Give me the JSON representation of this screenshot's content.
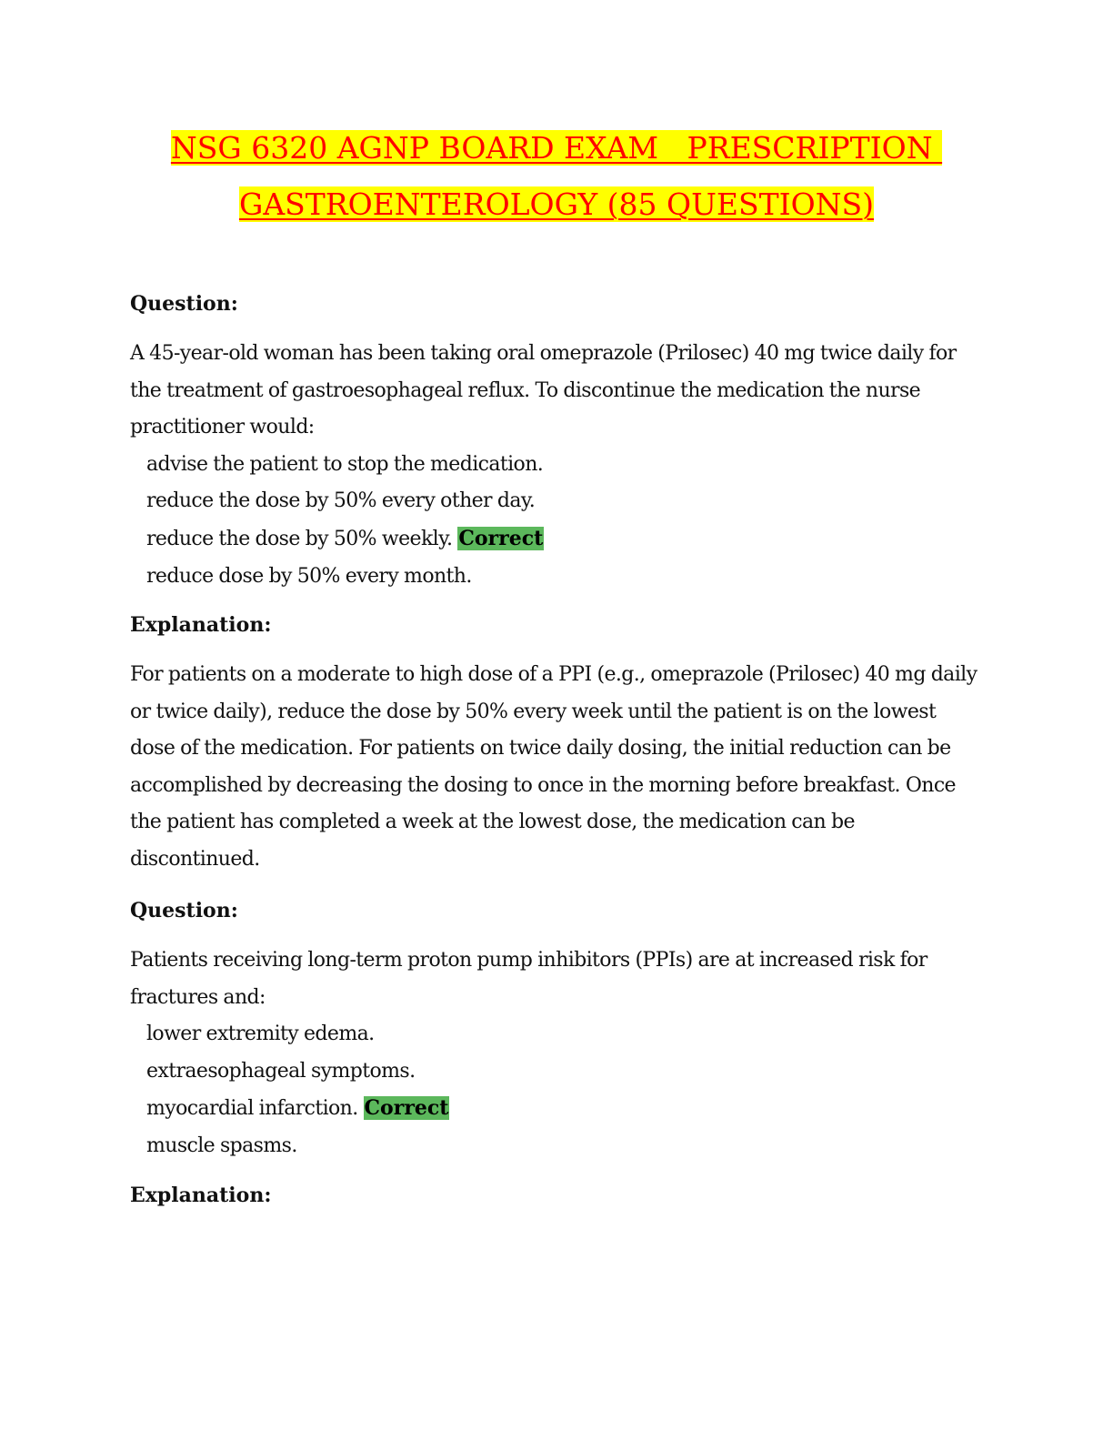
{
  "title": {
    "line1": "NSG 6320 AGNP BOARD EXAM   PRESCRIPTION ",
    "line2": "GASTROENTEROLOGY (85 QUESTIONS)"
  },
  "sections": [
    {
      "question_heading": "Question:",
      "question_text": "A 45-year-old woman has been taking oral omeprazole (Prilosec) 40 mg twice daily for the treatment of gastroesophageal reflux. To discontinue the medication the nurse practitioner would:",
      "options": [
        "advise the patient to stop the medication.",
        "reduce the dose by 50% every other day.",
        "reduce the dose by 50% weekly.",
        "reduce dose by 50% every month."
      ],
      "correct_label": "Correct",
      "explanation_heading": "Explanation:",
      "explanation_text": "For patients on a moderate to high dose of a PPI (e.g., omeprazole (Prilosec) 40 mg daily or twice daily), reduce the dose by 50% every week until the patient is on the lowest dose of the medication. For patients on twice daily dosing, the initial reduction can be accomplished by decreasing the dosing to once in the morning before breakfast. Once the patient has completed a week at the lowest dose, the medication can be discontinued."
    },
    {
      "question_heading": "Question:",
      "question_text": "Patients receiving long-term proton pump inhibitors (PPIs) are at increased risk for fractures and:",
      "options": [
        "lower extremity edema.",
        "extraesophageal symptoms.",
        "myocardial infarction.",
        "muscle spasms."
      ],
      "correct_label": "Correct",
      "explanation_heading": "Explanation:"
    }
  ],
  "colors": {
    "title_text": "#ff0000",
    "title_highlight": "#ffff00",
    "correct_highlight": "#5cb85c"
  }
}
